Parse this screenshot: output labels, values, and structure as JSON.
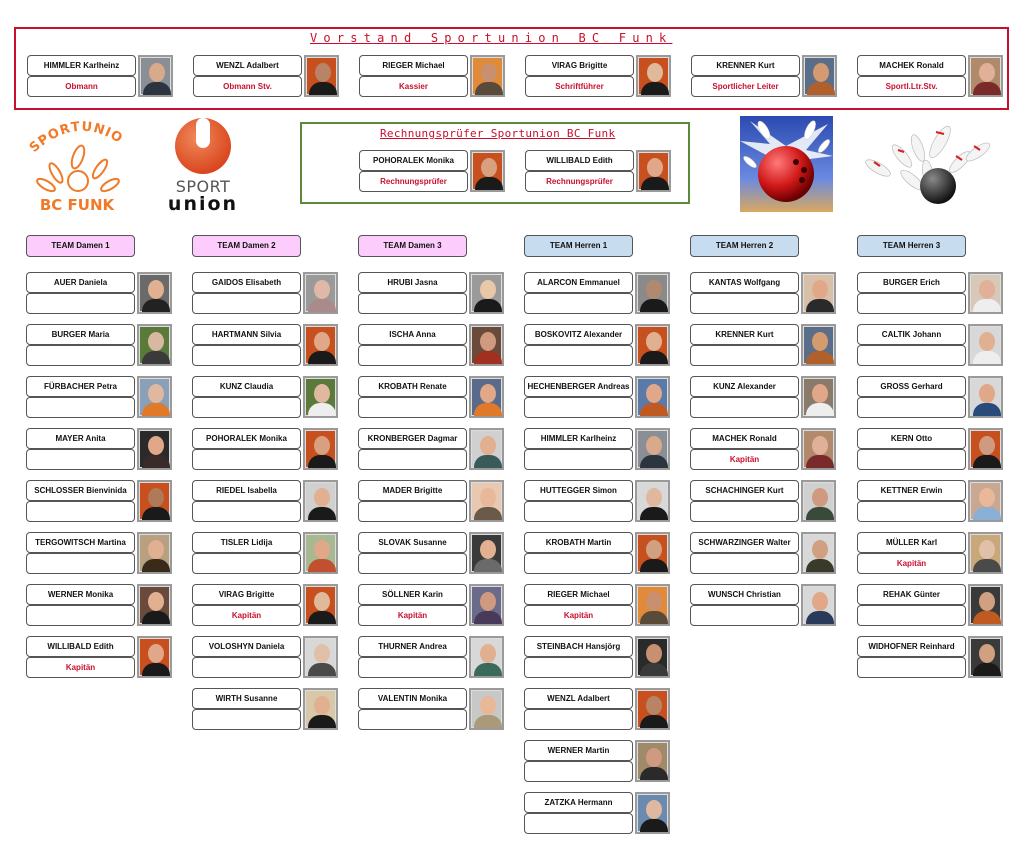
{
  "board": {
    "title": "Vorstand Sportunion BC Funk",
    "members": [
      {
        "name": "HIMMLER Karlheinz",
        "role": "Obmann",
        "photo_bg": "#8a8f96",
        "skin": "#d9a98c",
        "shirt": "#2c3440"
      },
      {
        "name": "WENZL Adalbert",
        "role": "Obmann Stv.",
        "photo_bg": "#c8501e",
        "skin": "#b98466",
        "shirt": "#1a1a1a"
      },
      {
        "name": "RIEGER Michael",
        "role": "Kassier",
        "photo_bg": "#e08a3a",
        "skin": "#c99070",
        "shirt": "#5a4a3a"
      },
      {
        "name": "VIRAG Brigitte",
        "role": "Schriftführer",
        "photo_bg": "#c8501e",
        "skin": "#e0b89a",
        "shirt": "#1a1a1a"
      },
      {
        "name": "KRENNER Kurt",
        "role": "Sportlicher Leiter",
        "photo_bg": "#5a6e8a",
        "skin": "#d49a70",
        "shirt": "#b0602a"
      },
      {
        "name": "MACHEK Ronald",
        "role": "Sportl.Ltr.Stv.",
        "photo_bg": "#b08a6a",
        "skin": "#e0b098",
        "shirt": "#7a2a2a"
      }
    ]
  },
  "audit": {
    "title": "Rechnungsprüfer Sportunion BC Funk",
    "members": [
      {
        "name": "POHORALEK Monika",
        "role": "Rechnungsprüfer",
        "photo_bg": "#c8501e",
        "skin": "#d9a080",
        "shirt": "#1a1a1a"
      },
      {
        "name": "WILLIBALD Edith",
        "role": "Rechnungsprüfer",
        "photo_bg": "#c8501e",
        "skin": "#e0a888",
        "shirt": "#1a1a1a"
      }
    ]
  },
  "logos": {
    "club": {
      "top": "SPORTUNION",
      "bottom": "BC FUNK",
      "color": "#f07a28"
    },
    "union": {
      "top": "SPORT",
      "bottom": "union",
      "color": "#e2572a"
    }
  },
  "teams": [
    {
      "name": "TEAM Damen 1",
      "color": "#fccdfc",
      "players": [
        {
          "name": "AUER Daniela",
          "role": "",
          "photo_bg": "#6a6a6a",
          "skin": "#e0b090",
          "shirt": "#222"
        },
        {
          "name": "BURGER Maria",
          "role": "",
          "photo_bg": "#5a7a3a",
          "skin": "#d8b8a0",
          "shirt": "#3a3a3a"
        },
        {
          "name": "FÜRBACHER Petra",
          "role": "",
          "photo_bg": "#8aa0b8",
          "skin": "#e0b8a0",
          "shirt": "#e07a2a"
        },
        {
          "name": "MAYER Anita",
          "role": "",
          "photo_bg": "#2a2a2a",
          "skin": "#e0a888",
          "shirt": "#3a2a2a"
        },
        {
          "name": "SCHLOSSER Bienvinida",
          "role": "",
          "photo_bg": "#c8501e",
          "skin": "#b07a58",
          "shirt": "#1a1a1a"
        },
        {
          "name": "TERGOWITSCH Martina",
          "role": "",
          "photo_bg": "#b8a080",
          "skin": "#e0b090",
          "shirt": "#3a2a1a"
        },
        {
          "name": "WERNER Monika",
          "role": "",
          "photo_bg": "#6a4a3a",
          "skin": "#e0b090",
          "shirt": "#1a1a1a"
        },
        {
          "name": "WILLIBALD Edith",
          "role": "Kapitän",
          "photo_bg": "#c8501e",
          "skin": "#e0a888",
          "shirt": "#1a1a1a"
        }
      ]
    },
    {
      "name": "TEAM Damen 2",
      "color": "#fccdfc",
      "players": [
        {
          "name": "GAIDOS Elisabeth",
          "role": "",
          "photo_bg": "#9a9a9a",
          "skin": "#e0b8a8",
          "shirt": "#aa8a8a"
        },
        {
          "name": "HARTMANN Silvia",
          "role": "",
          "photo_bg": "#c8501e",
          "skin": "#e0a888",
          "shirt": "#1a1a1a"
        },
        {
          "name": "KUNZ Claudia",
          "role": "",
          "photo_bg": "#5a7a3a",
          "skin": "#e0b8a0",
          "shirt": "#eeeeee"
        },
        {
          "name": "POHORALEK Monika",
          "role": "",
          "photo_bg": "#c8501e",
          "skin": "#d9a080",
          "shirt": "#1a1a1a"
        },
        {
          "name": "RIEDEL Isabella",
          "role": "",
          "photo_bg": "#d0d0d0",
          "skin": "#e0b090",
          "shirt": "#1a1a1a"
        },
        {
          "name": "TISLER Lidija",
          "role": "",
          "photo_bg": "#a8b890",
          "skin": "#e0a888",
          "shirt": "#c05030"
        },
        {
          "name": "VIRAG Brigitte",
          "role": "Kapitän",
          "photo_bg": "#c8501e",
          "skin": "#e0b89a",
          "shirt": "#1a1a1a"
        },
        {
          "name": "VOLOSHYN Daniela",
          "role": "",
          "photo_bg": "#d8d8d8",
          "skin": "#e0c0a8",
          "shirt": "#4a4a4a"
        },
        {
          "name": "WIRTH Susanne",
          "role": "",
          "photo_bg": "#d8c8a8",
          "skin": "#e0b090",
          "shirt": "#1a1a1a"
        }
      ]
    },
    {
      "name": "TEAM Damen 3",
      "color": "#fccdfc",
      "players": [
        {
          "name": "HRUBI Jasna",
          "role": "",
          "photo_bg": "#9a9a9a",
          "skin": "#e8c8a8",
          "shirt": "#1a1a1a"
        },
        {
          "name": "ISCHA Anna",
          "role": "",
          "photo_bg": "#6a4a3a",
          "skin": "#d09a80",
          "shirt": "#a03020"
        },
        {
          "name": "KROBATH Renate",
          "role": "",
          "photo_bg": "#5a6a8a",
          "skin": "#e0a888",
          "shirt": "#e07a2a"
        },
        {
          "name": "KRONBERGER Dagmar",
          "role": "",
          "photo_bg": "#d0d0d0",
          "skin": "#e0b090",
          "shirt": "#3a5a5a"
        },
        {
          "name": "MADER Brigitte",
          "role": "",
          "photo_bg": "#e8c8b0",
          "skin": "#e8b898",
          "shirt": "#6a5a4a"
        },
        {
          "name": "SLOVAK Susanne",
          "role": "",
          "photo_bg": "#3a3a3a",
          "skin": "#e0b090",
          "shirt": "#6a6a6a"
        },
        {
          "name": "SÖLLNER Karin",
          "role": "Kapitän",
          "photo_bg": "#6a6a8a",
          "skin": "#d09a80",
          "shirt": "#4a3a5a"
        },
        {
          "name": "THURNER Andrea",
          "role": "",
          "photo_bg": "#d8d8d8",
          "skin": "#e0b090",
          "shirt": "#3a6a5a"
        },
        {
          "name": "VALENTIN Monika",
          "role": "",
          "photo_bg": "#c8c8c8",
          "skin": "#e8b898",
          "shirt": "#aa9a7a"
        }
      ]
    },
    {
      "name": "TEAM Herren 1",
      "color": "#c8dcf0",
      "players": [
        {
          "name": "ALARCON Emmanuel",
          "role": "",
          "photo_bg": "#8a8a8a",
          "skin": "#b08a70",
          "shirt": "#1a1a1a"
        },
        {
          "name": "BOSKOVITZ Alexander",
          "role": "",
          "photo_bg": "#c8501e",
          "skin": "#e0b090",
          "shirt": "#1a1a1a"
        },
        {
          "name": "HECHENBERGER Andreas",
          "role": "",
          "photo_bg": "#5a7aaa",
          "skin": "#e0a888",
          "shirt": "#c05a20"
        },
        {
          "name": "HIMMLER Karlheinz",
          "role": "",
          "photo_bg": "#8a8f96",
          "skin": "#d9a98c",
          "shirt": "#2c3440"
        },
        {
          "name": "HUTTEGGER Simon",
          "role": "",
          "photo_bg": "#d8d8d8",
          "skin": "#e0b8a0",
          "shirt": "#1a1a1a"
        },
        {
          "name": "KROBATH Martin",
          "role": "",
          "photo_bg": "#c8501e",
          "skin": "#d0a080",
          "shirt": "#1a1a1a"
        },
        {
          "name": "RIEGER Michael",
          "role": "Kapitän",
          "photo_bg": "#e08a3a",
          "skin": "#c99070",
          "shirt": "#5a4a3a"
        },
        {
          "name": "STEINBACH Hansjörg",
          "role": "",
          "photo_bg": "#2a2a2a",
          "skin": "#c89070",
          "shirt": "#3a3a3a"
        },
        {
          "name": "WENZL Adalbert",
          "role": "",
          "photo_bg": "#c8501e",
          "skin": "#b98466",
          "shirt": "#1a1a1a"
        },
        {
          "name": "WERNER Martin",
          "role": "",
          "photo_bg": "#a08a6a",
          "skin": "#d09a80",
          "shirt": "#2a2a2a"
        },
        {
          "name": "ZATZKA Hermann",
          "role": "",
          "photo_bg": "#6a8ab0",
          "skin": "#e0b8a0",
          "shirt": "#1a1a1a"
        }
      ]
    },
    {
      "name": "TEAM Herren 2",
      "color": "#c8dcf0",
      "players": [
        {
          "name": "KANTAS Wolfgang",
          "role": "",
          "photo_bg": "#d8c0a8",
          "skin": "#e0a888",
          "shirt": "#2a2a2a"
        },
        {
          "name": "KRENNER Kurt",
          "role": "",
          "photo_bg": "#5a6e8a",
          "skin": "#d49a70",
          "shirt": "#b0602a"
        },
        {
          "name": "KUNZ Alexander",
          "role": "",
          "photo_bg": "#8a7a6a",
          "skin": "#e0a888",
          "shirt": "#eeeeee"
        },
        {
          "name": "MACHEK Ronald",
          "role": "Kapitän",
          "photo_bg": "#b08a6a",
          "skin": "#e0b098",
          "shirt": "#7a2a2a"
        },
        {
          "name": "SCHACHINGER Kurt",
          "role": "",
          "photo_bg": "#d0d0d0",
          "skin": "#d09a80",
          "shirt": "#3a4a3a"
        },
        {
          "name": "SCHWARZINGER Walter",
          "role": "",
          "photo_bg": "#d8d8d8",
          "skin": "#d0a080",
          "shirt": "#3a3a2a"
        },
        {
          "name": "WUNSCH Christian",
          "role": "",
          "photo_bg": "#d8d8d8",
          "skin": "#e0a888",
          "shirt": "#2a3a5a"
        }
      ]
    },
    {
      "name": "TEAM Herren 3",
      "color": "#c8dcf0",
      "players": [
        {
          "name": "BURGER Erich",
          "role": "",
          "photo_bg": "#d8c8b8",
          "skin": "#e0b098",
          "shirt": "#eeeeee"
        },
        {
          "name": "CALTIK Johann",
          "role": "",
          "photo_bg": "#d8d8d8",
          "skin": "#e0b090",
          "shirt": "#eeeeee"
        },
        {
          "name": "GROSS Gerhard",
          "role": "",
          "photo_bg": "#d8d8d8",
          "skin": "#e0a888",
          "shirt": "#2a4a7a"
        },
        {
          "name": "KERN Otto",
          "role": "",
          "photo_bg": "#c8501e",
          "skin": "#d09a80",
          "shirt": "#1a1a1a"
        },
        {
          "name": "KETTNER Erwin",
          "role": "",
          "photo_bg": "#c8a890",
          "skin": "#e8b898",
          "shirt": "#8ab0d8"
        },
        {
          "name": "MÜLLER Karl",
          "role": "Kapitän",
          "photo_bg": "#c8a878",
          "skin": "#e0c0a8",
          "shirt": "#4a4a4a"
        },
        {
          "name": "REHAK Günter",
          "role": "",
          "photo_bg": "#3a3a3a",
          "skin": "#d0a080",
          "shirt": "#c05a20"
        },
        {
          "name": "WIDHOFNER Reinhard",
          "role": "",
          "photo_bg": "#3a3a3a",
          "skin": "#d0a080",
          "shirt": "#1a1a1a"
        }
      ]
    }
  ],
  "colors": {
    "accent_red": "#c8102e",
    "audit_green": "#5a8a3a",
    "damen_header": "#fccdfc",
    "herren_header": "#c8dcf0"
  }
}
